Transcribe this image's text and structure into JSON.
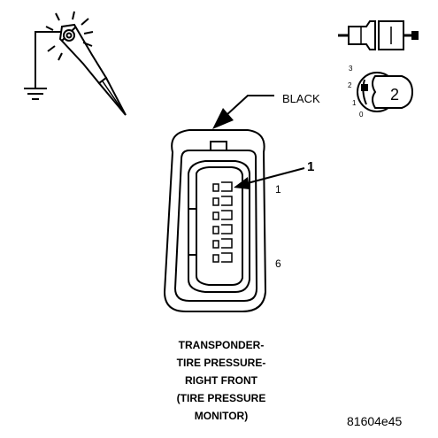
{
  "labels": {
    "wire_color": "BLACK",
    "callout": "1",
    "pin_first": "1",
    "pin_last": "6",
    "key_position": "2",
    "ignition_positions": [
      "3",
      "2",
      "1",
      "0"
    ]
  },
  "caption": {
    "lines": [
      "TRANSPONDER-",
      "TIRE PRESSURE-",
      "RIGHT FRONT",
      "(TIRE PRESSURE",
      "MONITOR)"
    ]
  },
  "figure_ref": "81604e45",
  "icons": {
    "test_light": "test-light-probe-icon",
    "ground": "ground-symbol-icon",
    "disconnect": "connector-disconnected-icon",
    "ignition": "ignition-key-icon"
  },
  "colors": {
    "line": "#000000",
    "background": "#ffffff"
  }
}
